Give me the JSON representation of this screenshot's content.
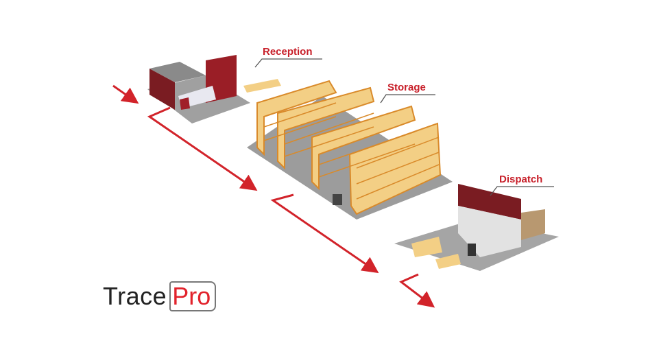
{
  "stages": [
    {
      "label": "Reception"
    },
    {
      "label": "Storage"
    },
    {
      "label": "Dispatch"
    }
  ],
  "logo": {
    "part1": "Trace",
    "part2": "Pro"
  },
  "colors": {
    "accent": "#c8202a",
    "box": "#f3cf85",
    "rack": "#d98a2a",
    "floor": "#9a9a9a",
    "wall": "#7a1c22"
  }
}
